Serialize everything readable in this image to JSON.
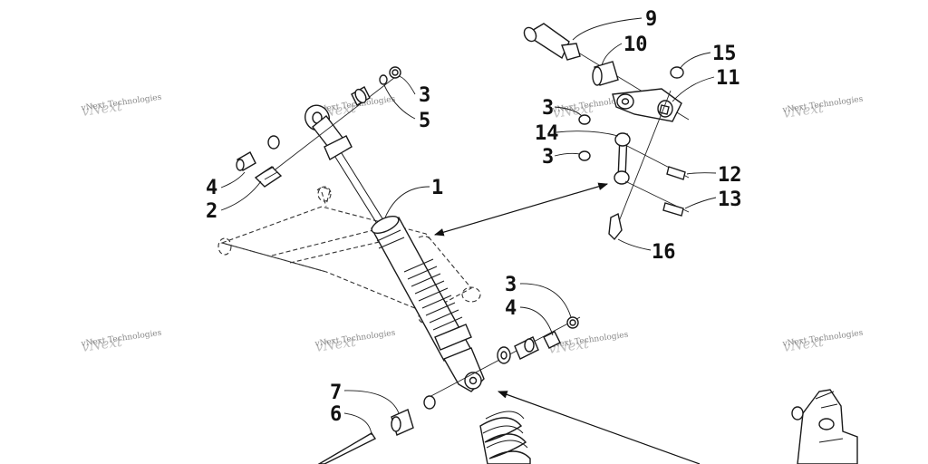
{
  "callouts": {
    "c1": "1",
    "c2": "2",
    "c3a": "3",
    "c3b": "3",
    "c3c": "3",
    "c3d": "3",
    "c4a": "4",
    "c4b": "4",
    "c5": "5",
    "c6": "6",
    "c7": "7",
    "c9": "9",
    "c10": "10",
    "c11": "11",
    "c12": "12",
    "c13": "13",
    "c14": "14",
    "c15": "15",
    "c16": "16"
  },
  "watermark": {
    "text": "vNext Technologies"
  }
}
